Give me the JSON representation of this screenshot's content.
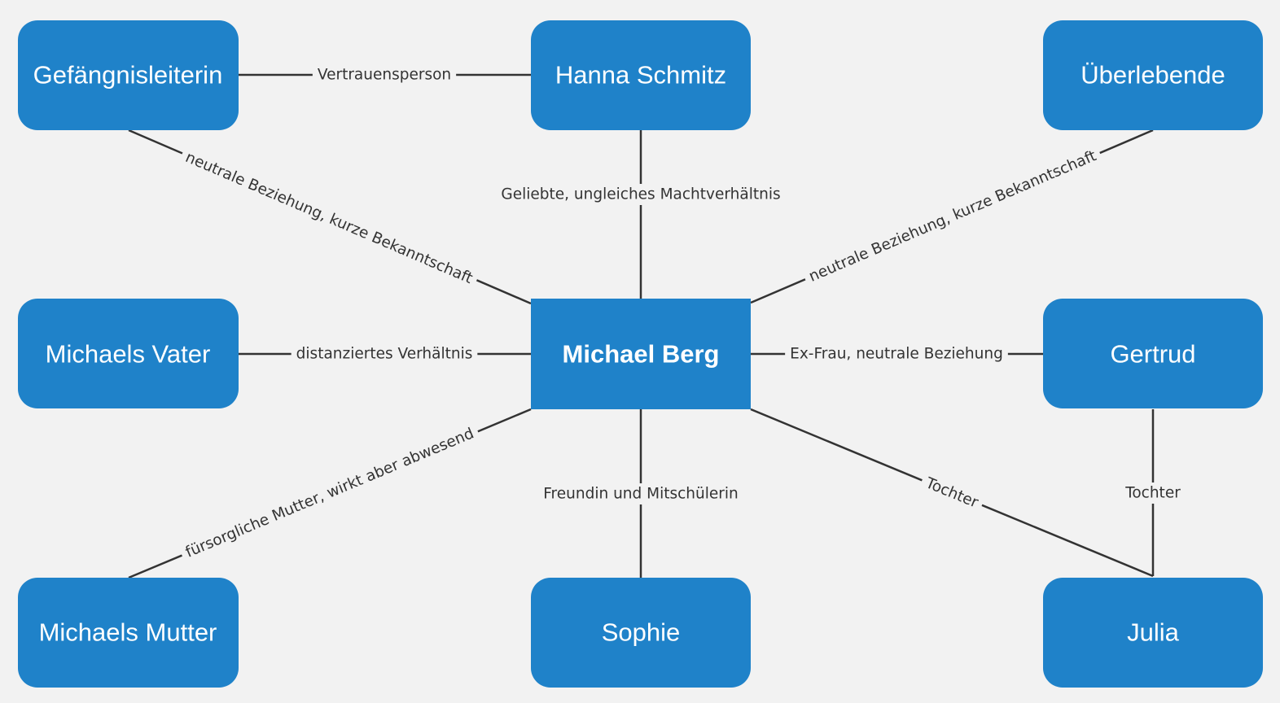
{
  "colors": {
    "background": "#f2f2f2",
    "node_fill": "#1f82c9",
    "node_text": "#ffffff",
    "edge": "#333333",
    "edge_label": "#333333"
  },
  "nodes": {
    "gefaengnisleiterin": "Gefängnisleiterin",
    "hanna_schmitz": "Hanna Schmitz",
    "ueberlebende": "Überlebende",
    "michaels_vater": "Michaels Vater",
    "michael_berg": "Michael Berg",
    "gertrud": "Gertrud",
    "michaels_mutter": "Michaels Mutter",
    "sophie": "Sophie",
    "julia": "Julia"
  },
  "edges": {
    "gefaengnisleiterin_hanna": "Vertrauensperson",
    "gefaengnisleiterin_michael": "neutrale Beziehung, kurze Bekanntschaft",
    "hanna_michael": "Geliebte, ungleiches Machtverhältnis",
    "ueberlebende_michael": "neutrale Beziehung, kurze Bekanntschaft",
    "vater_michael": "distanziertes Verhältnis",
    "michael_gertrud": "Ex-Frau, neutrale Beziehung",
    "mutter_michael": "fürsorgliche Mutter, wirkt aber abwesend",
    "michael_sophie": "Freundin und Mitschülerin",
    "michael_julia": "Tochter",
    "gertrud_julia": "Tochter"
  }
}
